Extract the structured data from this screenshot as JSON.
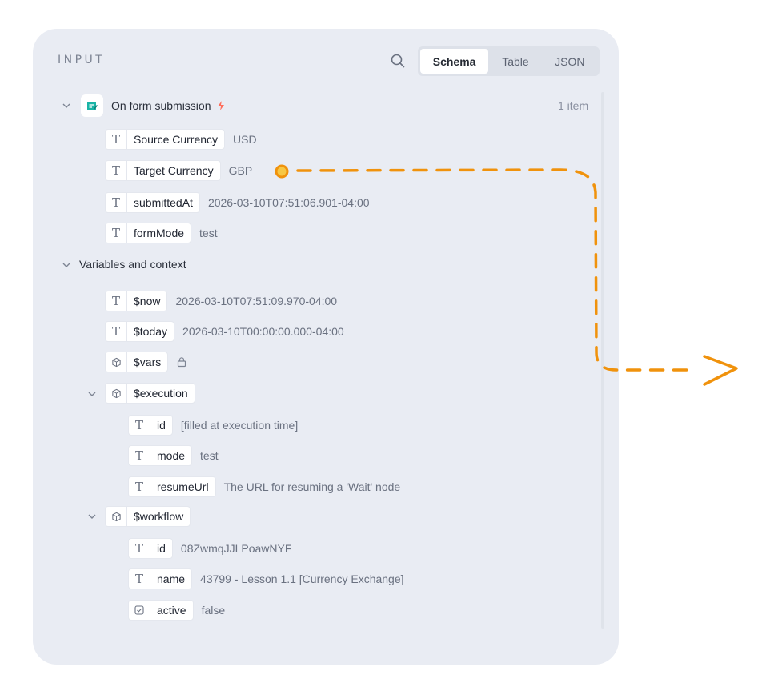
{
  "panel": {
    "title": "INPUT",
    "tabs": [
      {
        "label": "Schema",
        "active": true
      },
      {
        "label": "Table",
        "active": false
      },
      {
        "label": "JSON",
        "active": false
      }
    ]
  },
  "trigger": {
    "label": "On form submission",
    "count": "1 item",
    "fields": [
      {
        "type_icon": "T",
        "name": "Source Currency",
        "value": "USD"
      },
      {
        "type_icon": "T",
        "name": "Target Currency",
        "value": "GBP"
      },
      {
        "type_icon": "T",
        "name": "submittedAt",
        "value": "2026-03-10T07:51:06.901-04:00"
      },
      {
        "type_icon": "T",
        "name": "formMode",
        "value": "test"
      }
    ]
  },
  "variables": {
    "label": "Variables and context",
    "items": [
      {
        "type_icon": "T",
        "name": "$now",
        "value": "2026-03-10T07:51:09.970-04:00"
      },
      {
        "type_icon": "T",
        "name": "$today",
        "value": "2026-03-10T00:00:00.000-04:00"
      },
      {
        "type_icon": "cube-icon",
        "name": "$vars",
        "value": ""
      }
    ],
    "execution": {
      "name": "$execution",
      "fields": [
        {
          "type_icon": "T",
          "name": "id",
          "value": "[filled at execution time]"
        },
        {
          "type_icon": "T",
          "name": "mode",
          "value": "test"
        },
        {
          "type_icon": "T",
          "name": "resumeUrl",
          "value": "The URL for resuming a 'Wait' node"
        }
      ]
    },
    "workflow": {
      "name": "$workflow",
      "fields": [
        {
          "type_icon": "T",
          "name": "id",
          "value": "08ZwmqJJLPoawNYF"
        },
        {
          "type_icon": "T",
          "name": "name",
          "value": "43799 - Lesson 1.1 [Currency Exchange]"
        },
        {
          "type_icon": "checkbox-icon",
          "name": "active",
          "value": "false"
        }
      ]
    }
  },
  "colors": {
    "accent_orange": "#f0920c",
    "bolt": "#ff6d5a",
    "form_icon_teal": "#19b4a6",
    "panel_bg": "#e9ecf3"
  }
}
